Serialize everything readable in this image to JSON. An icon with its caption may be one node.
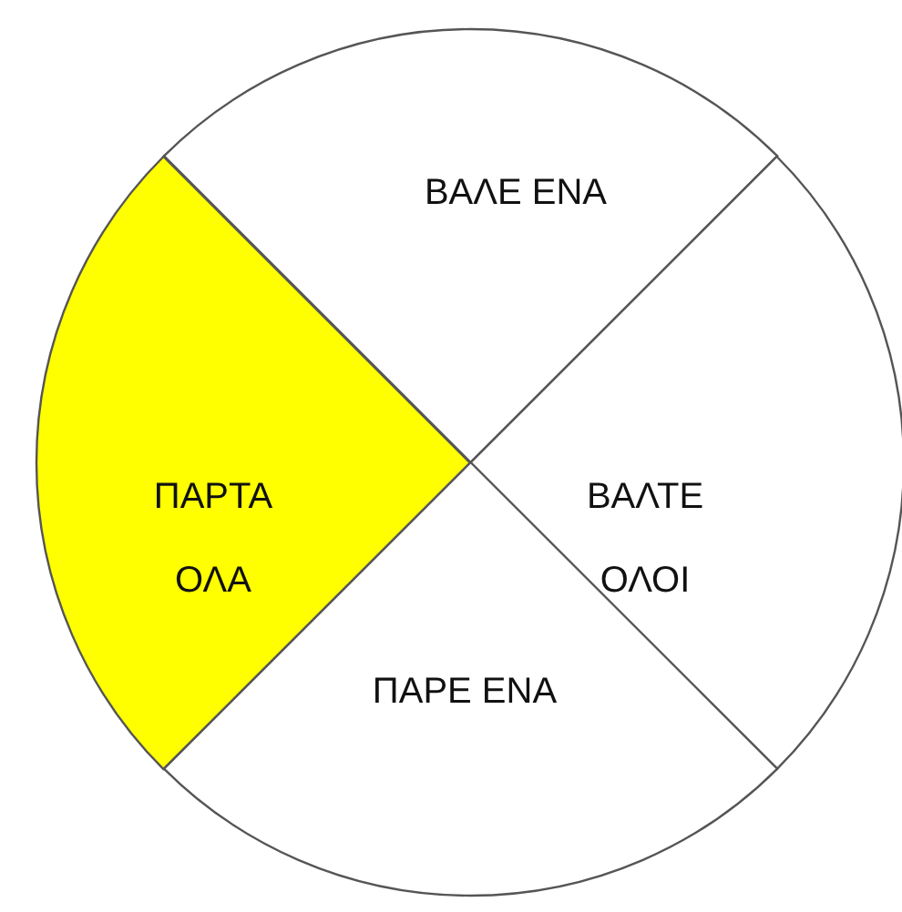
{
  "diagram": {
    "nodes": [
      {
        "text": [
          "ΒΑΛΕ ΕΝΑ"
        ]
      },
      {
        "text": [
          "ΠΑΡΤΑ ΟΛΑ"
        ]
      },
      {
        "text": [
          "ΒΑΛΤΕ ΟΛΟΙ"
        ]
      },
      {
        "text": [
          "ΠΑΡΕ ΕΝΑ"
        ]
      }
    ]
  }
}
